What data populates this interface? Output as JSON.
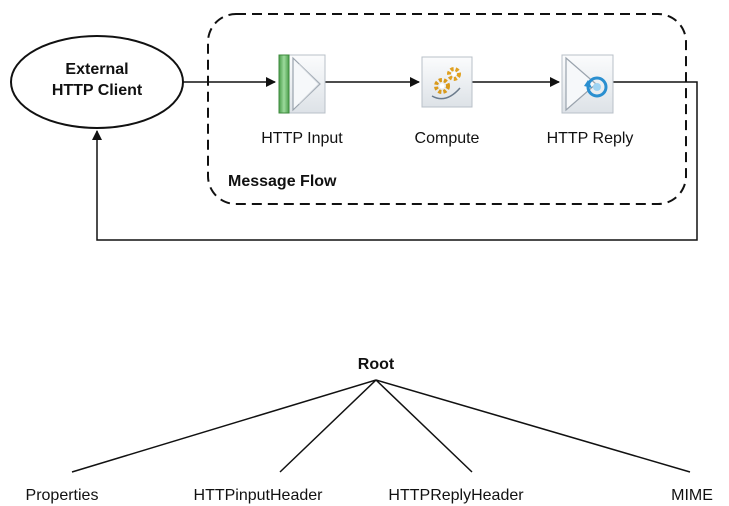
{
  "flow": {
    "client_label_line1": "External",
    "client_label_line2": "HTTP Client",
    "group_label": "Message Flow",
    "nodes": {
      "http_input": "HTTP Input",
      "compute": "Compute",
      "http_reply": "HTTP Reply"
    }
  },
  "tree": {
    "root": "Root",
    "children": [
      "Properties",
      "HTTPinputHeader",
      "HTTPReplyHeader",
      "MIME"
    ]
  },
  "icons": {
    "http_input": "http-input-node-icon",
    "compute": "compute-gears-icon",
    "http_reply": "http-reply-node-icon"
  },
  "colors": {
    "stroke": "#111111",
    "input_bar": "#6dbb6d",
    "node_fill": "#eef1f4",
    "gear": "#e0a020",
    "reply_arrow": "#2a8fd0"
  }
}
